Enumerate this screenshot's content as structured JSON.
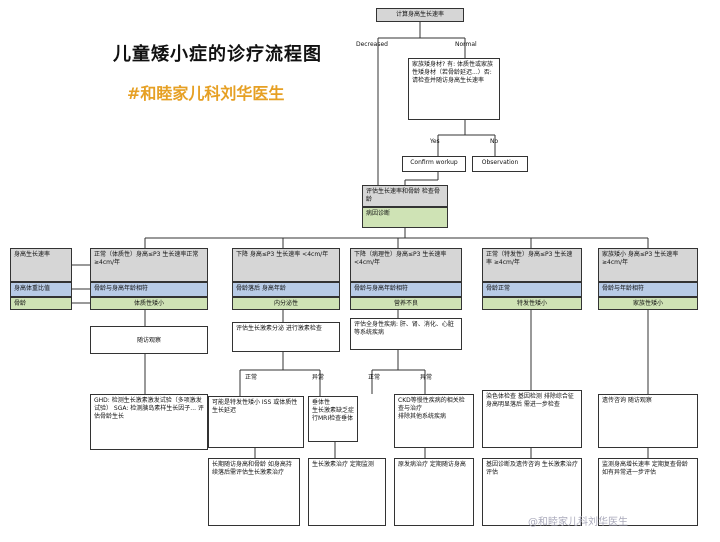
{
  "title": "儿童矮小症的诊疗流程图",
  "subtitle": "#和睦家儿科刘华医生",
  "watermark": "@和睦家儿科刘华医生",
  "top_box": "计算身高生长速率",
  "branch_decreased": "Decreased",
  "branch_normal": "Normal",
  "family_q": "家族矮身材? 有: 体质性或家族性矮身材（若骨龄延迟...）否: 请检查并随访身高生长速率",
  "yes": "Yes",
  "no": "No",
  "confirm_box": "Confirm workup",
  "observe_box": "Observation",
  "mid_gray": "评估生长速率和骨龄 检查骨龄",
  "mid_green": "病因诊断",
  "side": {
    "a": "身高生长速率",
    "b": "身高体重比值",
    "c": "骨龄"
  },
  "columns": [
    {
      "gray": "正常（体质性）身高≤P3  生长速率正常 ≥4cm/年",
      "blue": "骨龄与身高年龄相符",
      "green": "体质性矮小",
      "next": "随访观察"
    },
    {
      "gray": "下降  身高≤P3 生长速率 <4cm/年",
      "blue": "骨龄落后 身高年龄",
      "green": "内分泌性"
    },
    {
      "gray": "下降（病理性）身高≤P3 生长速率 <4cm/年",
      "blue": "骨龄与身高年龄相符",
      "green": "营养不良"
    },
    {
      "gray": "正常（特发性）身高≤P3 生长速率 ≥4cm/年",
      "blue": "骨龄正常",
      "green": "特发性矮小"
    },
    {
      "gray": "家族矮小 身高≤P3 生长速率 ≥4cm/年",
      "blue": "骨龄与年龄相符",
      "green": "家族性矮小"
    }
  ],
  "col1_detail": "GHD: 检测生长激素激发试验（多项激发试验） SGA: 检测胰岛素样生长因子...  评估骨龄生长",
  "col2_mid": "评估生长激素分泌 进行激素检查",
  "col3_mid": "评估全身性疾病: 肝、肾、消化、心脏等系统疾病",
  "col2_yes": "正常",
  "col2_no": "异常",
  "col3_yes": "正常",
  "col3_no": "异常",
  "col2_a": "可能是特发性矮小 ISS 或体质性生长延迟",
  "col2_b": "垂体性",
  "col2_b_txt": "生长激素缺乏症 行MRI检查垂体",
  "col3_a": "CKD等慢性疾病的相关检查与治疗",
  "col3_a_txt": "排除其他系统疾病",
  "col4_a": "染色体检查 基因检测 排除综合征",
  "col4_b": "身高明显落后 需进一步检查",
  "col5_a": "遗传咨询 随访观察",
  "bot1": "长期随访身高和骨龄 如身高持续落后需评估生长激素治疗",
  "bot2": "生长激素治疗 定期监测",
  "bot3": "原发病治疗 定期随访身高",
  "bot4": "基因诊断及遗传咨询 生长激素治疗评估",
  "bot5": "监测身高增长速率 定期复查骨龄 如有异常进一步评估"
}
